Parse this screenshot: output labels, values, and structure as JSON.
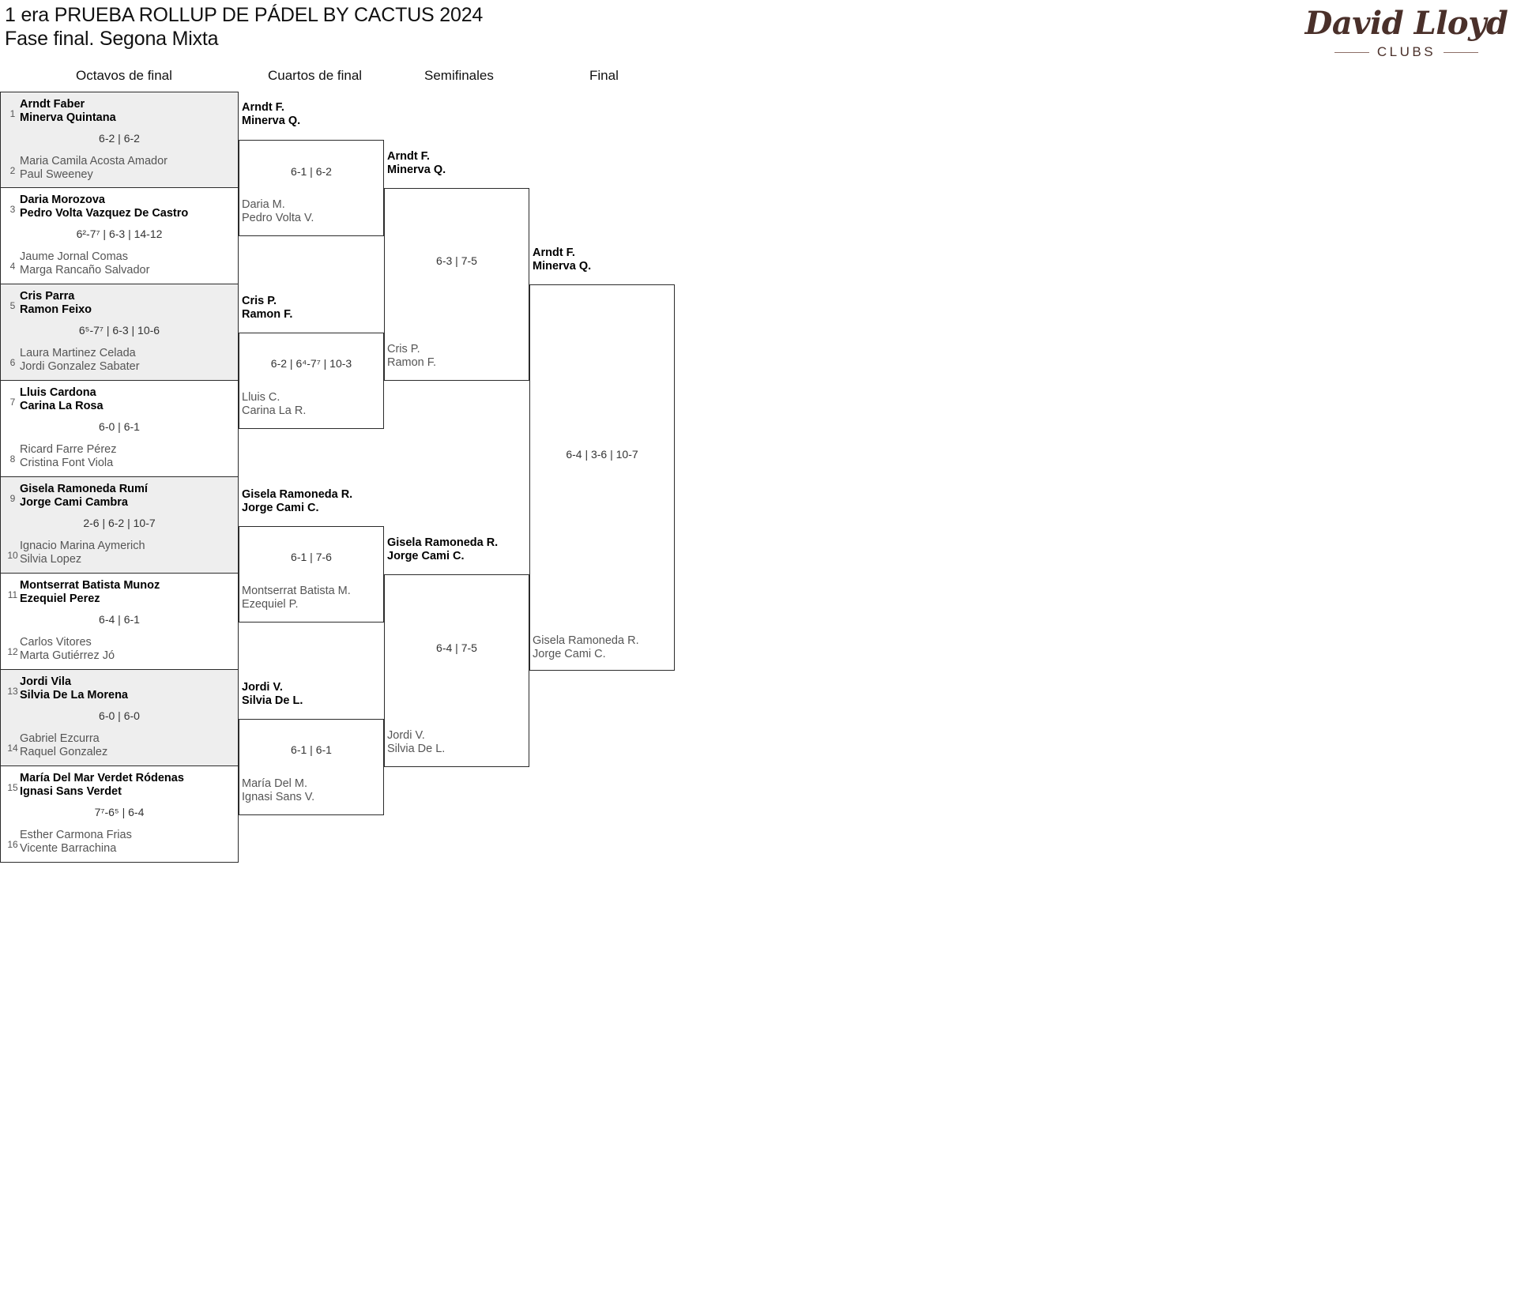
{
  "header": {
    "title_line1": "1 era PRUEBA ROLLUP DE PÁDEL BY CACTUS 2024",
    "title_line2": "Fase final. Segona Mixta"
  },
  "logo": {
    "script_text": "David Lloyd",
    "clubs_text": "CLUBS",
    "color": "#4a302a"
  },
  "rounds": [
    {
      "label": "Octavos de final"
    },
    {
      "label": "Cuartos de final"
    },
    {
      "label": "Semifinales"
    },
    {
      "label": "Final"
    }
  ],
  "colors": {
    "shade": "#eeeeee",
    "winner": "#000000",
    "loser": "#555555",
    "border": "#2b2b2b"
  },
  "round1": [
    {
      "seed_top": "1",
      "seed_bot": "2",
      "top_p1": "Arndt Faber",
      "top_p2": "Minerva Quintana",
      "bot_p1": "Maria Camila Acosta Amador",
      "bot_p2": "Paul Sweeney",
      "score": "6-2 | 6-2",
      "winner": "top",
      "shaded": true
    },
    {
      "seed_top": "3",
      "seed_bot": "4",
      "top_p1": "Daria Morozova",
      "top_p2": "Pedro Volta Vazquez De Castro",
      "bot_p1": "Jaume Jornal Comas",
      "bot_p2": "Marga Rancaño Salvador",
      "score": "6²-7⁷ | 6-3 | 14-12",
      "winner": "top",
      "shaded": false
    },
    {
      "seed_top": "5",
      "seed_bot": "6",
      "top_p1": "Cris Parra",
      "top_p2": "Ramon Feixo",
      "bot_p1": "Laura Martinez Celada",
      "bot_p2": "Jordi Gonzalez Sabater",
      "score": "6⁵-7⁷ | 6-3 | 10-6",
      "winner": "top",
      "shaded": true
    },
    {
      "seed_top": "7",
      "seed_bot": "8",
      "top_p1": "Lluis Cardona",
      "top_p2": "Carina La Rosa",
      "bot_p1": "Ricard Farre Pérez",
      "bot_p2": "Cristina Font Viola",
      "score": "6-0 | 6-1",
      "winner": "top",
      "shaded": false
    },
    {
      "seed_top": "9",
      "seed_bot": "10",
      "top_p1": "Gisela Ramoneda Rumí",
      "top_p2": "Jorge Cami Cambra",
      "bot_p1": "Ignacio Marina Aymerich",
      "bot_p2": "Silvia Lopez",
      "score": "2-6 | 6-2 | 10-7",
      "winner": "top",
      "shaded": true
    },
    {
      "seed_top": "11",
      "seed_bot": "12",
      "top_p1": "Montserrat Batista Munoz",
      "top_p2": "Ezequiel Perez",
      "bot_p1": "Carlos Vitores",
      "bot_p2": "Marta Gutiérrez Jó",
      "score": "6-4 | 6-1",
      "winner": "top",
      "shaded": false
    },
    {
      "seed_top": "13",
      "seed_bot": "14",
      "top_p1": "Jordi Vila",
      "top_p2": "Silvia De La Morena",
      "bot_p1": "Gabriel Ezcurra",
      "bot_p2": "Raquel Gonzalez",
      "score": "6-0 | 6-0",
      "winner": "top",
      "shaded": true
    },
    {
      "seed_top": "15",
      "seed_bot": "16",
      "top_p1": "María Del Mar Verdet Ródenas",
      "top_p2": "Ignasi Sans Verdet",
      "bot_p1": "Esther Carmona Frias",
      "bot_p2": "Vicente Barrachina",
      "score": "7⁷-6⁵ | 6-4",
      "winner": "top",
      "shaded": false
    }
  ],
  "round2": [
    {
      "top_p1": "Arndt F.",
      "top_p2": "Minerva Q.",
      "top_result": "win",
      "bot_p1": "Daria M.",
      "bot_p2": "Pedro Volta V.",
      "bot_result": "lose",
      "score": "6-1 | 6-2"
    },
    {
      "top_p1": "Cris P.",
      "top_p2": "Ramon F.",
      "top_result": "win",
      "bot_p1": "Lluis C.",
      "bot_p2": "Carina La R.",
      "bot_result": "lose",
      "score": "6-2 | 6⁴-7⁷ | 10-3"
    },
    {
      "top_p1": "Gisela Ramoneda R.",
      "top_p2": "Jorge Cami C.",
      "top_result": "win",
      "bot_p1": "Montserrat Batista M.",
      "bot_p2": "Ezequiel P.",
      "bot_result": "lose",
      "score": "6-1 | 7-6"
    },
    {
      "top_p1": "Jordi V.",
      "top_p2": "Silvia De L.",
      "top_result": "win",
      "bot_p1": "María Del M.",
      "bot_p2": "Ignasi Sans V.",
      "bot_result": "lose",
      "score": "6-1 | 6-1"
    }
  ],
  "round3": [
    {
      "top_p1": "Arndt F.",
      "top_p2": "Minerva Q.",
      "top_result": "win",
      "bot_p1": "Cris P.",
      "bot_p2": "Ramon F.",
      "bot_result": "lose",
      "score": "6-3 | 7-5"
    },
    {
      "top_p1": "Gisela Ramoneda R.",
      "top_p2": "Jorge Cami C.",
      "top_result": "win",
      "bot_p1": "Jordi V.",
      "bot_p2": "Silvia De L.",
      "bot_result": "lose",
      "score": "6-4 | 7-5"
    }
  ],
  "round4": [
    {
      "top_p1": "Arndt F.",
      "top_p2": "Minerva Q.",
      "top_result": "win",
      "bot_p1": "Gisela Ramoneda R.",
      "bot_p2": "Jorge Cami C.",
      "bot_result": "lose",
      "score": "6-4 | 3-6 | 10-7"
    }
  ]
}
